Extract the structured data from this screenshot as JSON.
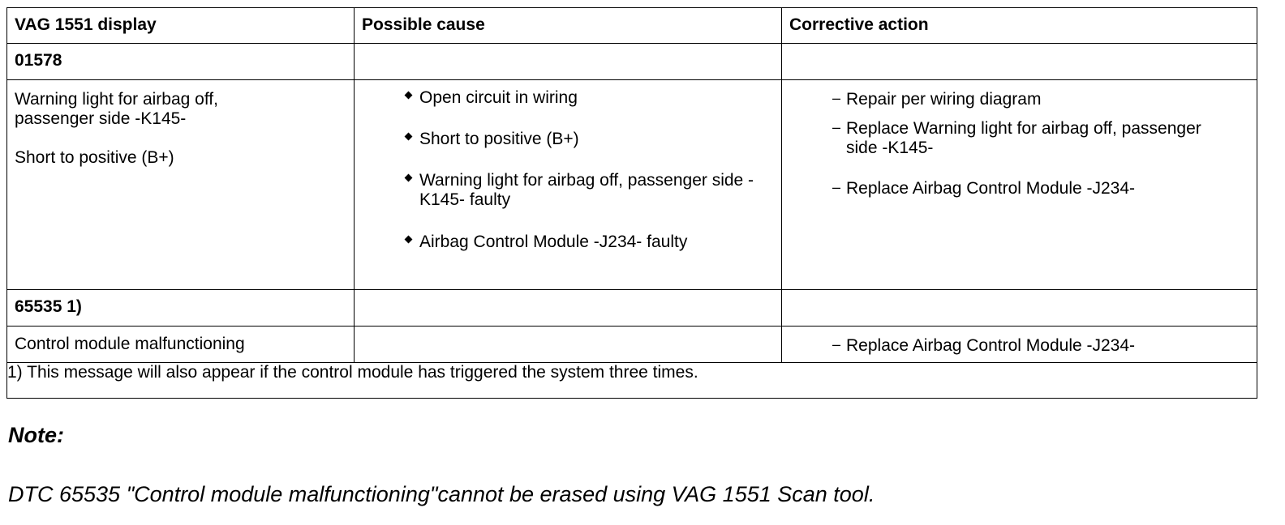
{
  "table": {
    "headers": [
      "VAG 1551 display",
      "Possible cause",
      "Corrective action"
    ],
    "dtc1": {
      "code": "01578",
      "display_lines": [
        "Warning light for airbag off,",
        "passenger side -K145-"
      ],
      "display_condition": "Short to positive (B+)",
      "causes": [
        "Open circuit in wiring",
        "Short to positive (B+)",
        "Warning light for airbag off, passenger side -K145- faulty",
        "Airbag Control Module -J234- faulty"
      ],
      "actions": [
        "Repair per wiring diagram",
        "Replace Warning light for airbag off, passenger side -K145-",
        "Replace Airbag Control Module -J234-"
      ]
    },
    "dtc2": {
      "code": "65535 1)",
      "display": "Control module malfunctioning",
      "action": "Replace Airbag Control Module -J234-"
    },
    "footnote": "1) This message will also appear if the control module has triggered the system three times."
  },
  "note": {
    "heading": "Note:",
    "text": "DTC 65535 \"Control module malfunctioning\"cannot be erased using VAG 1551 Scan tool."
  }
}
